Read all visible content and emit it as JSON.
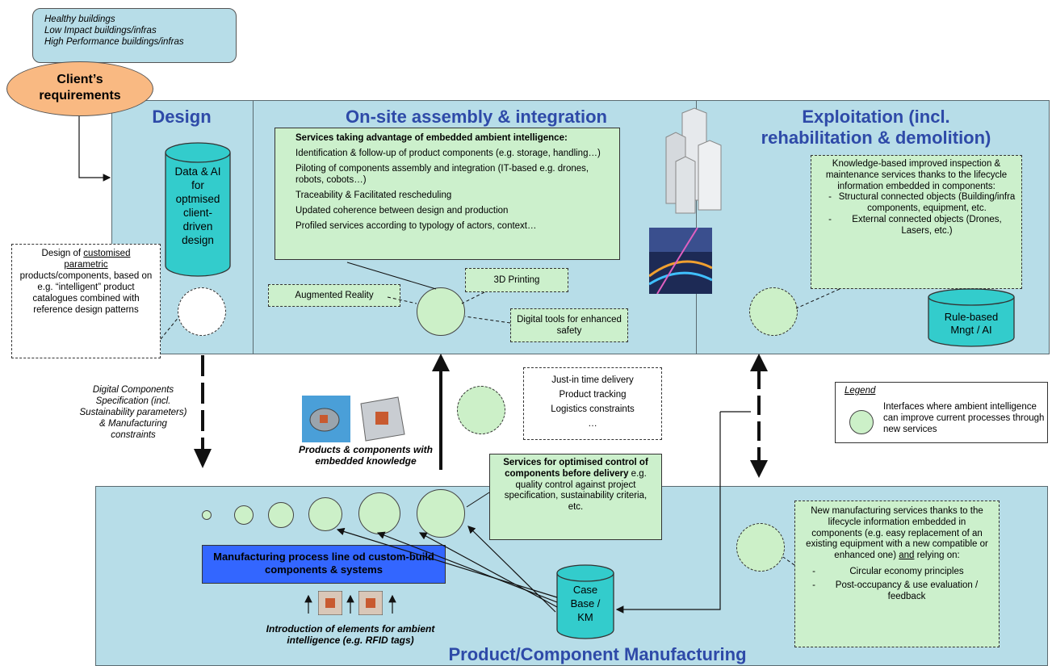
{
  "client_box": {
    "lines": [
      "Healthy buildings",
      "Low Impact buildings/infras",
      "High Performance buildings/infras"
    ]
  },
  "client_oval": {
    "line1": "Client’s",
    "line2": "requirements"
  },
  "zones": {
    "design": "Design",
    "onsite": "On-site assembly & integration",
    "exploitation_l1": "Exploitation (incl.",
    "exploitation_l2": "rehabilitation & demolition)",
    "manufacturing": "Product/Component Manufacturing"
  },
  "data_ai": {
    "lines": [
      "Data & AI",
      "for",
      "optmised",
      "client-",
      "driven",
      "design"
    ]
  },
  "design_note": {
    "pre": "Design of ",
    "u1": "customised",
    "u2": "parametric",
    "rest": "products/components, based on e.g. “intelligent” product catalogues combined with reference design patterns"
  },
  "services_box": {
    "title": "Services taking advantage of embedded ambient intelligence:",
    "items": [
      "Identification & follow-up of product components (e.g. storage, handling…)",
      "Piloting  of components assembly and integration (IT-based e.g. drones, robots, cobots…)",
      "Traceability & Facilitated rescheduling",
      "Updated coherence between design and production",
      "Profiled services according to typology of actors, context…"
    ]
  },
  "callouts": {
    "ar": "Augmented Reality",
    "printing": "3D Printing",
    "safety": "Digital tools for enhanced safety"
  },
  "knowledge_box": {
    "intro": "Knowledge-based improved inspection & maintenance services thanks to the lifecycle information embedded in components:",
    "b1": "Structural connected objects (Building/infra components, equipment, etc.",
    "b2": "External connected objects (Drones, Lasers, etc.)",
    "dash": "-"
  },
  "rule_based": {
    "l1": "Rule-based",
    "l2": "Mngt / AI"
  },
  "digital_spec": "Digital Components Specification (incl. Sustainability parameters) & Manufacturing constraints",
  "products_caption": "Products & components with embedded knowledge",
  "delivery": {
    "items": [
      "Just-in time delivery",
      "Product tracking",
      "Logistics constraints",
      "…"
    ]
  },
  "legend": {
    "title": "Legend",
    "text": "Interfaces where ambient intelligence can improve current processes through new services"
  },
  "optimised": {
    "bold": "Services for optimised control of components before delivery",
    "rest": " e.g. quality control against project specification, sustainability criteria, etc."
  },
  "mfg_line": "Manufacturing process line od custom-build components & systems",
  "case_base": {
    "l1": "Case",
    "l2": "Base /",
    "l3": "KM"
  },
  "rfid_caption": "Introduction of elements for ambient intelligence (e.g. RFID tags)",
  "new_mfg": {
    "intro1": "New manufacturing services thanks to the lifecycle information embedded in components (e.g. easy replacement of an existing equipment with a new compatible or enhanced one) ",
    "and": "and",
    "intro2": " relying on:",
    "b1": "Circular economy principles",
    "b2": "Post-occupancy & use evaluation / feedback",
    "dash": "-"
  },
  "colors": {
    "panel": "#b7dde8",
    "title": "#2e4aa8",
    "green": "#ccf0cc",
    "teal": "#33cccc",
    "blue": "#3366ff",
    "oval": "#f9b982"
  }
}
